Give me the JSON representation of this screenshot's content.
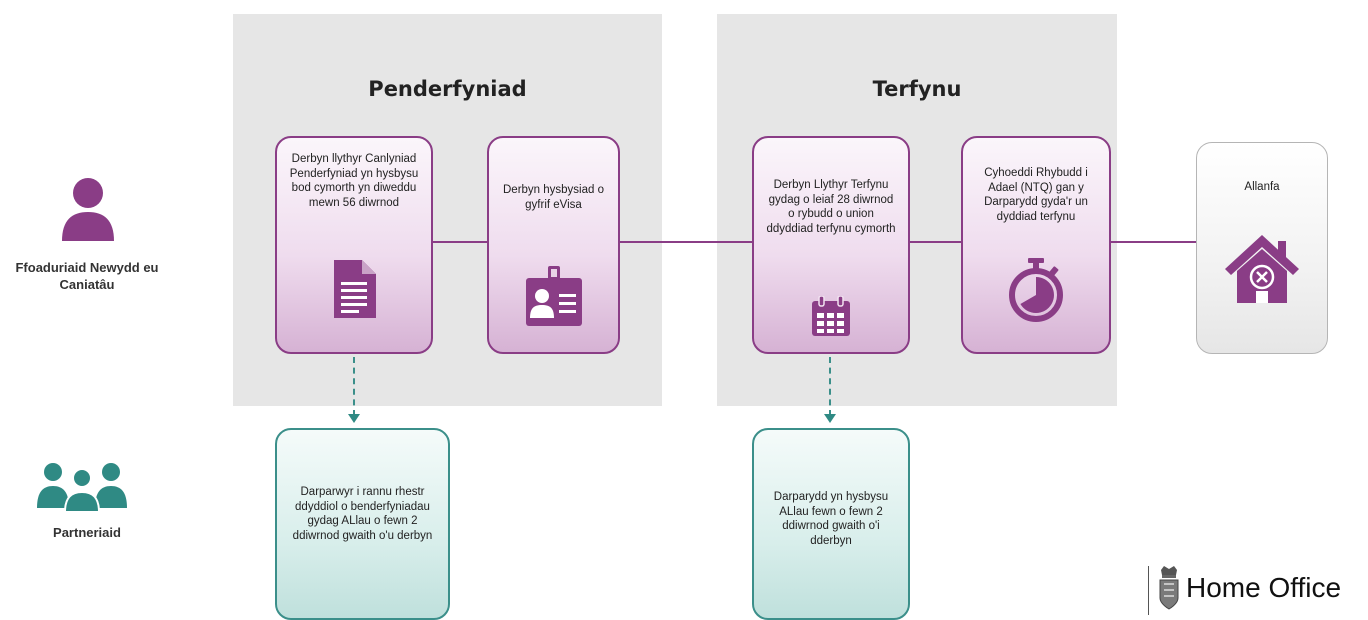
{
  "phases": [
    {
      "title": "Penderfyniad"
    },
    {
      "title": "Terfynu"
    }
  ],
  "actors": [
    {
      "label": "Ffoaduriaid Newydd eu Caniatâu",
      "icon": "person-icon"
    },
    {
      "label": "Partneriaid",
      "icon": "group-icon"
    }
  ],
  "steps": [
    {
      "text": "Derbyn llythyr Canlyniad Penderfyniad yn hysbysu bod cymorth yn diweddu mewn 56 diwrnod",
      "icon": "document-icon"
    },
    {
      "text": "Derbyn hysbysiad o gyfrif eVisa",
      "icon": "id-card-icon"
    },
    {
      "text": "Derbyn Llythyr Terfynu gydag o leiaf 28 diwrnod o rybudd o union ddyddiad terfynu cymorth",
      "icon": "calendar-icon"
    },
    {
      "text": "Cyhoeddi Rhybudd i Adael (NTQ) gan y Darparydd gyda'r un dyddiad terfynu",
      "icon": "stopwatch-icon"
    }
  ],
  "exit": {
    "text": "Allanfa",
    "icon": "house-exit-icon"
  },
  "partner_steps": [
    {
      "text": "Darparwyr i rannu rhestr ddyddiol o benderfyniadau gydag ALlau o fewn 2 ddiwrnod gwaith o'u derbyn"
    },
    {
      "text": "Darparydd yn hysbysu ALlau fewn o fewn 2 ddiwrnod gwaith o'i dderbyn"
    }
  ],
  "logo": {
    "text": "Home Office",
    "icon": "crest-icon"
  },
  "colors": {
    "purple": "#8a3d86",
    "teal": "#3b8f8a",
    "panel": "#e6e6e6"
  }
}
